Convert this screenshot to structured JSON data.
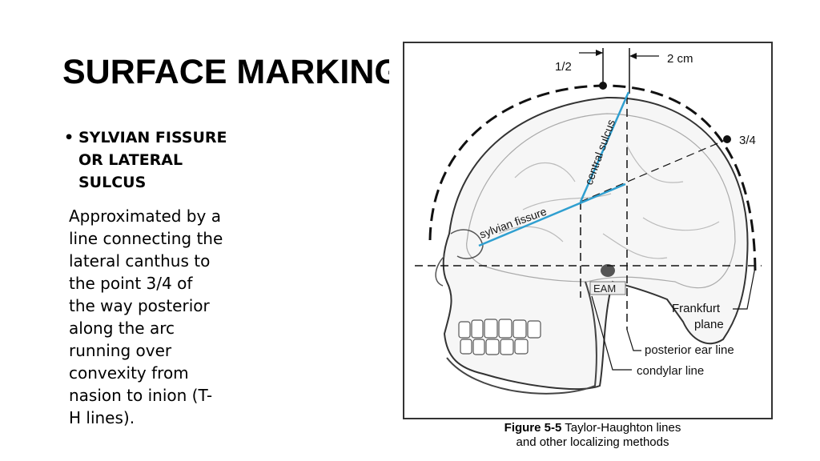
{
  "slide": {
    "title": "SURFACE MARKINGS",
    "bullet": {
      "marker": "•",
      "text": "SYLVIAN FISSURE\nOR LATERAL\nSULCUS"
    },
    "body": "Approximated by a\n line connecting the\n lateral canthus to\n the point 3/4 of\n the way posterior\n along the arc\n running over\n convexity from\n nasion to inion (T-\n H lines)."
  },
  "figure": {
    "labels": {
      "half": "1/2",
      "two_cm": "2 cm",
      "three_quarter": "3/4",
      "central_sulcus": "central sulcus",
      "sylvian_fissure": "sylvian fissure",
      "eam": "EAM",
      "frankfurt_line1": "Frankfurt",
      "frankfurt_line2": "plane",
      "posterior_ear_line": "posterior ear line",
      "condylar_line": "condylar line"
    },
    "caption": {
      "figure_num": "Figure 5-5",
      "line1": "Taylor-Haughton lines",
      "line2": "and other localizing methods"
    },
    "colors": {
      "accent_line": "#2f9fd0",
      "outline": "#222222"
    }
  }
}
